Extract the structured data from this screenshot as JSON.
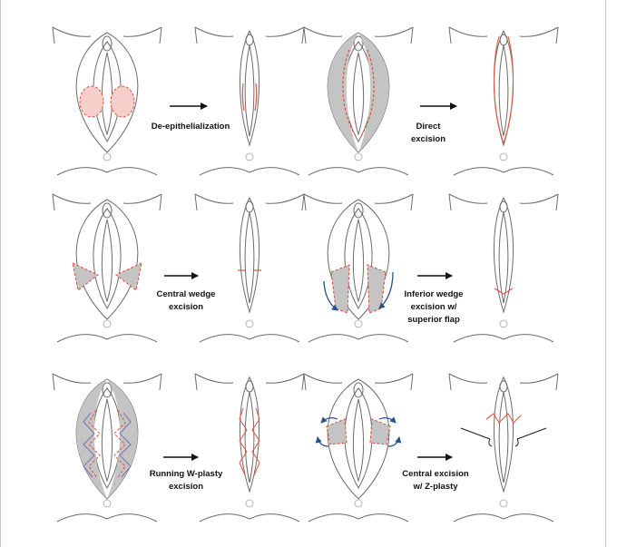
{
  "colors": {
    "outline": "#6b6b6b",
    "fill_gray": "#c4c4c4",
    "fill_pink": "#f5cfc9",
    "incision_red": "#e0533d",
    "arrow_blue": "#2a4f8f",
    "wplasty_purple": "#7a6fb5",
    "suture": "#222222"
  },
  "techniques": [
    {
      "id": "de-epithelialization",
      "label_lines": [
        "De-epithelialization"
      ]
    },
    {
      "id": "direct-excision",
      "label_lines": [
        "Direct",
        "excision"
      ]
    },
    {
      "id": "central-wedge",
      "label_lines": [
        "Central wedge",
        "excision"
      ]
    },
    {
      "id": "inferior-wedge",
      "label_lines": [
        "Inferior wedge",
        "excision w/",
        "superior flap"
      ]
    },
    {
      "id": "running-w-plasty",
      "label_lines": [
        "Running W-plasty",
        "excision"
      ]
    },
    {
      "id": "central-z-plasty",
      "label_lines": [
        "Central excision",
        "w/ Z-plasty"
      ]
    }
  ]
}
